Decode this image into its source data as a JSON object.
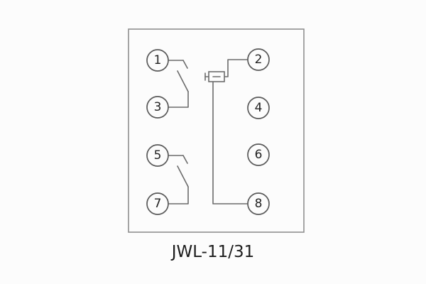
{
  "diagram": {
    "title": "JWL-11/31",
    "terminals": [
      "1",
      "2",
      "3",
      "4",
      "5",
      "6",
      "7",
      "8"
    ],
    "line_color": "#6b6b6b",
    "text_color": "#1c1c1c"
  }
}
